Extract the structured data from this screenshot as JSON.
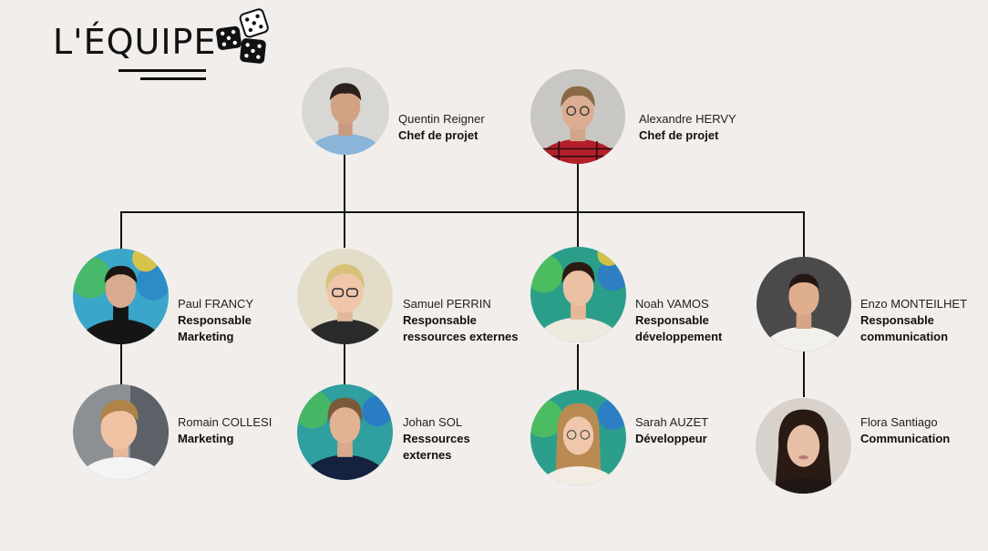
{
  "header": {
    "title": "L'ÉQUIPE",
    "logo_icon": "dice-icon"
  },
  "colors": {
    "background": "#f1eeeb",
    "line": "#111111",
    "text": "#1a1a1a"
  },
  "members": [
    {
      "name": "Quentin Reigner",
      "role": "Chef de projet"
    },
    {
      "name": "Alexandre HERVY",
      "role": "Chef de projet"
    },
    {
      "name": "Paul FRANCY",
      "role": "Responsable Marketing"
    },
    {
      "name": "Samuel PERRIN",
      "role": "Responsable ressources externes"
    },
    {
      "name": "Noah VAMOS",
      "role": "Responsable développement"
    },
    {
      "name": "Enzo MONTEILHET",
      "role": "Responsable communication"
    },
    {
      "name": "Romain COLLESI",
      "role": "Marketing"
    },
    {
      "name": "Johan SOL",
      "role": "Ressources externes"
    },
    {
      "name": "Sarah AUZET",
      "role": "Développeur"
    },
    {
      "name": "Flora Santiago",
      "role": "Communication"
    }
  ]
}
